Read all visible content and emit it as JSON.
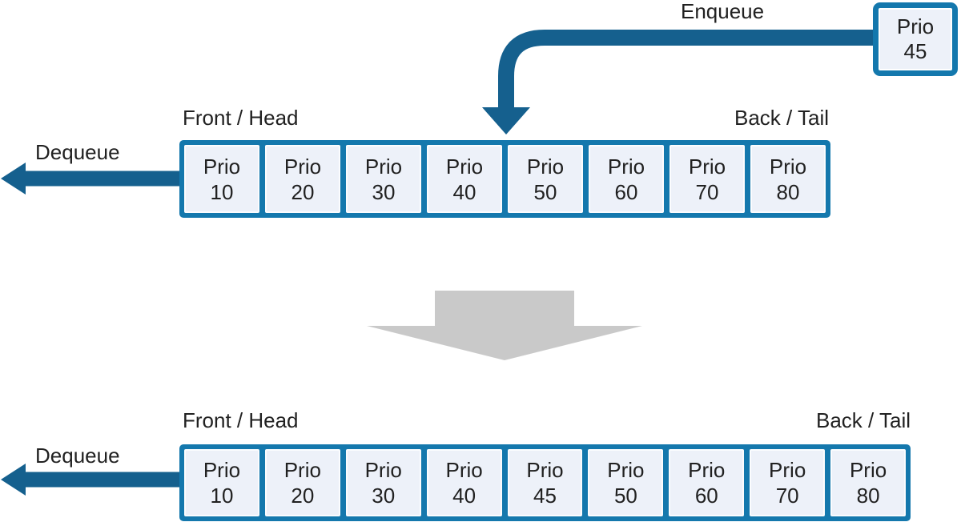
{
  "colors": {
    "queue_border": "#1478ad",
    "cell_fill": "#edf1f9",
    "arrow_blue": "#15608e",
    "arrow_gray": "#c9c9c9",
    "text": "#212121"
  },
  "enqueue": {
    "label": "Enqueue",
    "incoming_item": {
      "line1": "Prio",
      "line2": "45"
    }
  },
  "queue_before": {
    "front_label": "Front / Head",
    "back_label": "Back / Tail",
    "dequeue_label": "Dequeue",
    "cells": [
      {
        "line1": "Prio",
        "line2": "10"
      },
      {
        "line1": "Prio",
        "line2": "20"
      },
      {
        "line1": "Prio",
        "line2": "30"
      },
      {
        "line1": "Prio",
        "line2": "40"
      },
      {
        "line1": "Prio",
        "line2": "50"
      },
      {
        "line1": "Prio",
        "line2": "60"
      },
      {
        "line1": "Prio",
        "line2": "70"
      },
      {
        "line1": "Prio",
        "line2": "80"
      }
    ]
  },
  "queue_after": {
    "front_label": "Front / Head",
    "back_label": "Back / Tail",
    "dequeue_label": "Dequeue",
    "cells": [
      {
        "line1": "Prio",
        "line2": "10"
      },
      {
        "line1": "Prio",
        "line2": "20"
      },
      {
        "line1": "Prio",
        "line2": "30"
      },
      {
        "line1": "Prio",
        "line2": "40"
      },
      {
        "line1": "Prio",
        "line2": "45"
      },
      {
        "line1": "Prio",
        "line2": "50"
      },
      {
        "line1": "Prio",
        "line2": "60"
      },
      {
        "line1": "Prio",
        "line2": "70"
      },
      {
        "line1": "Prio",
        "line2": "80"
      }
    ]
  }
}
